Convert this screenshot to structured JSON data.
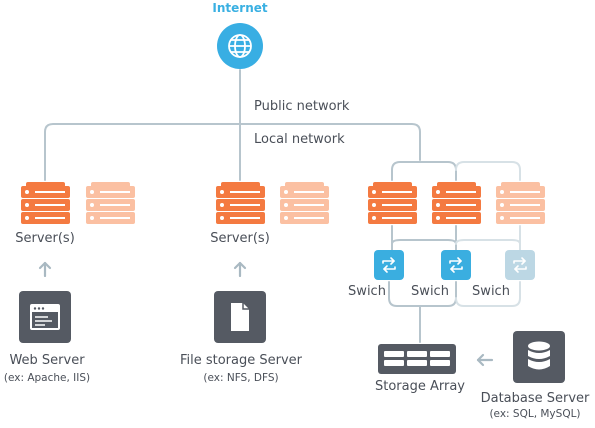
{
  "internet": {
    "label": "Internet",
    "icon": "globe-icon",
    "color": "#38aee3"
  },
  "networks": {
    "public_label": "Public network",
    "local_label": "Local network"
  },
  "groups": {
    "web": {
      "server_label": "Server(s)",
      "client_label": "Web Server",
      "client_sub": "(ex: Apache, IIS)",
      "client_icon": "browser-window-icon"
    },
    "file": {
      "server_label": "Server(s)",
      "client_label": "File storage Server",
      "client_sub": "(ex: NFS, DFS)",
      "client_icon": "document-icon"
    },
    "db": {
      "switches": [
        {
          "label": "Swich",
          "active": true
        },
        {
          "label": "Swich",
          "active": true
        },
        {
          "label": "Swich",
          "active": false
        }
      ],
      "storage_label": "Storage Array",
      "storage_icon": "storage-array-icon",
      "client_label": "Database Server",
      "client_sub": "(ex: SQL, MySQL)",
      "client_icon": "database-icon"
    }
  },
  "colors": {
    "active_server": "#f47a41",
    "passive_server": "#fbc0a2",
    "switch": "#3aaee0",
    "switch_dim": "#bcd7e4",
    "line": "#b7c5cd",
    "tile": "#555a63"
  }
}
